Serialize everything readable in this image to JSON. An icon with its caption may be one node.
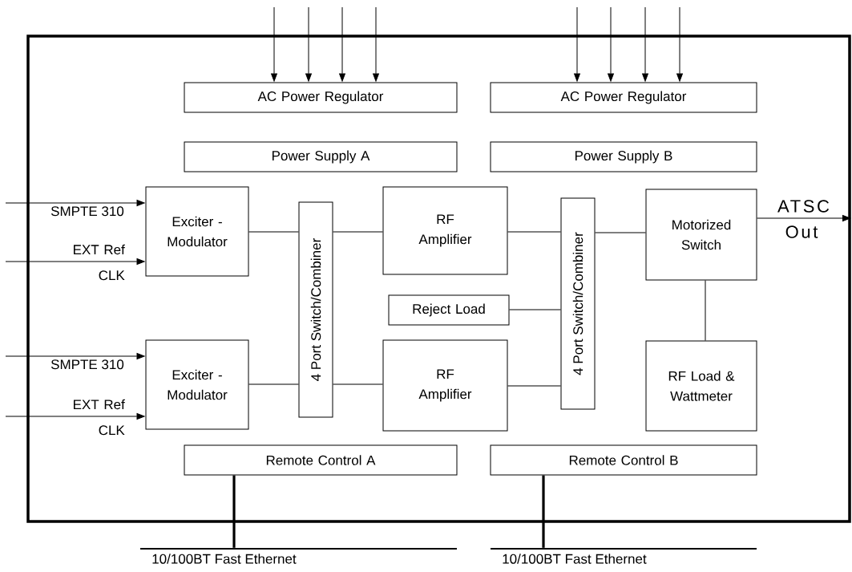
{
  "diagram": {
    "nodes": [
      {
        "text": [],
        "shape": "box"
      },
      {
        "text": [
          "AC Power Regulator"
        ],
        "in": 0
      },
      {
        "text": [
          "AC Power Regulator"
        ],
        "in": 0
      },
      {
        "text": [
          "Power Supply A"
        ],
        "in": 0
      },
      {
        "text": [
          "Power Supply B"
        ],
        "in": 0
      },
      {
        "text": [
          "Exciter - Modulator"
        ],
        "in": 0
      },
      {
        "text": [
          "4 Port Switch/Combiner"
        ],
        "in": 0
      },
      {
        "text": [
          "RF Amplifier"
        ],
        "in": 0
      },
      {
        "text": [
          "4 Port Switch/Combiner"
        ],
        "in": 0
      },
      {
        "text": [
          "Motorized Switch"
        ],
        "in": 0
      },
      {
        "text": [
          "Reject Load"
        ],
        "in": 0
      },
      {
        "text": [
          "Exciter - Modulator"
        ],
        "in": 0
      },
      {
        "text": [
          "RF Amplifier"
        ],
        "in": 0
      },
      {
        "text": [
          "RF Load & Wattmeter"
        ],
        "in": 0
      },
      {
        "text": [
          "Remote Control A"
        ],
        "in": 0
      },
      {
        "text": [
          "Remote Control B"
        ],
        "in": 0
      },
      {
        "text": [
          "10/100BT Fast Ethernet"
        ]
      },
      {
        "text": [
          "10/100BT Fast Ethernet"
        ]
      }
    ],
    "edges": [
      {
        "from": null,
        "to": 1,
        "arrow": "to"
      },
      {
        "from": null,
        "to": 1,
        "arrow": "to"
      },
      {
        "from": null,
        "to": 1,
        "arrow": "to"
      },
      {
        "from": null,
        "to": 1,
        "arrow": "to"
      },
      {
        "from": null,
        "to": 2,
        "arrow": "to"
      },
      {
        "from": null,
        "to": 2,
        "arrow": "to"
      },
      {
        "from": null,
        "to": 2,
        "arrow": "to"
      },
      {
        "from": null,
        "to": 2,
        "arrow": "to"
      },
      {
        "from": null,
        "to": 5,
        "arrow": "to",
        "label": "SMPTE 310"
      },
      {
        "from": null,
        "to": 5,
        "arrow": "to",
        "label": "EXT Ref CLK"
      },
      {
        "from": null,
        "to": 11,
        "arrow": "to",
        "label": "SMPTE 310"
      },
      {
        "from": null,
        "to": 11,
        "arrow": "to",
        "label": "EXT Ref CLK"
      },
      {
        "from": 5,
        "to": 6,
        "arrow": "none"
      },
      {
        "from": 6,
        "to": 7,
        "arrow": "none"
      },
      {
        "from": 7,
        "to": 8,
        "arrow": "none"
      },
      {
        "from": 8,
        "to": 9,
        "arrow": "none"
      },
      {
        "from": 10,
        "to": 8,
        "arrow": "none"
      },
      {
        "from": 11,
        "to": 6,
        "arrow": "none"
      },
      {
        "from": 6,
        "to": 12,
        "arrow": "none"
      },
      {
        "from": 12,
        "to": 8,
        "arrow": "none"
      },
      {
        "from": 9,
        "to": 13,
        "arrow": "none"
      },
      {
        "from": 9,
        "to": null,
        "arrow": "to",
        "label": "ATSC Out"
      },
      {
        "from": 14,
        "to": 16,
        "arrow": "none",
        "style": "thick"
      },
      {
        "from": 15,
        "to": 17,
        "arrow": "none",
        "style": "thick"
      }
    ]
  }
}
